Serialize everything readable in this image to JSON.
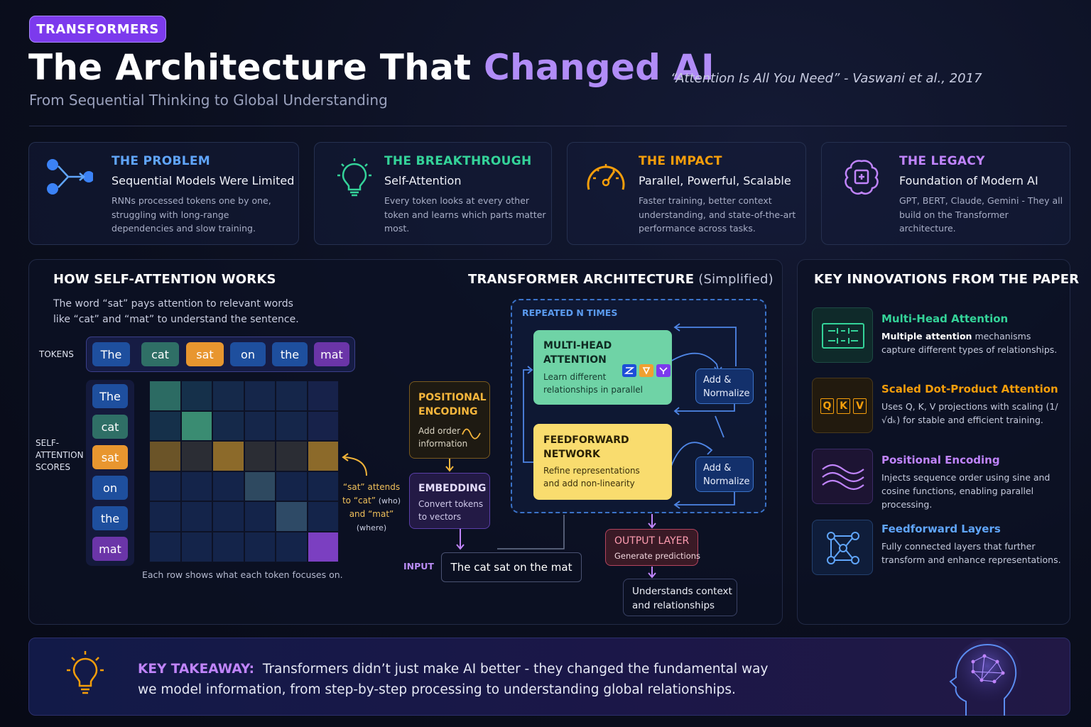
{
  "header": {
    "badge": "TRANSFORMERS",
    "title_main": "The Architecture That ",
    "title_accent": "Changed AI",
    "subtitle": "From Sequential Thinking to Global Understanding",
    "quote": "“Attention Is All You Need” - Vaswani et al., 2017"
  },
  "cards": [
    {
      "title": "THE PROBLEM",
      "subtitle": "Sequential Models Were Limited",
      "desc": "RNNs processed tokens one by one, struggling with long-range dependencies and slow training.",
      "color": "#60a5fa",
      "icon": "network-nodes-icon"
    },
    {
      "title": "THE BREAKTHROUGH",
      "subtitle": "Self-Attention",
      "desc": "Every token looks at every other token and learns which parts matter most.",
      "color": "#34d399",
      "icon": "lightbulb-icon"
    },
    {
      "title": "THE IMPACT",
      "subtitle": "Parallel, Powerful, Scalable",
      "desc": "Faster training, better context understanding, and state-of-the-art performance across tasks.",
      "color": "#f59e0b",
      "icon": "speedometer-icon"
    },
    {
      "title": "THE LEGACY",
      "subtitle": "Foundation of Modern AI",
      "desc": "GPT, BERT, Claude, Gemini - They all build on the Transformer architecture.",
      "color": "#c084fc",
      "icon": "brain-chip-icon"
    }
  ],
  "attention": {
    "title": "HOW SELF-ATTENTION WORKS",
    "desc_line1": "The word “sat” pays attention to relevant words",
    "desc_line2": "like “cat” and “mat” to understand the sentence.",
    "tokens_label": "TOKENS",
    "scores_label_1": "SELF-",
    "scores_label_2": "ATTENTION",
    "scores_label_3": "SCORES",
    "tokens": [
      "The",
      "cat",
      "sat",
      "on",
      "the",
      "mat"
    ],
    "token_colors": [
      "#1e4f9e",
      "#2f6f66",
      "#e8962f",
      "#1e4f9e",
      "#1e4f9e",
      "#6b35a8"
    ],
    "grid_colors": [
      [
        "#2c6b63",
        "#15304a",
        "#15294a",
        "#15264a",
        "#15264a",
        "#17224a"
      ],
      [
        "#15304a",
        "#3a8c72",
        "#15294a",
        "#15264a",
        "#15264a",
        "#17224a"
      ],
      [
        "#6b5428",
        "#2b2d34",
        "#8c6a2a",
        "#2b2d34",
        "#2b2d34",
        "#8c6a2a"
      ],
      [
        "#14244a",
        "#14244a",
        "#14244a",
        "#2e4960",
        "#14244a",
        "#14244a"
      ],
      [
        "#14244a",
        "#14244a",
        "#14244a",
        "#14244a",
        "#2e4a66",
        "#14244a"
      ],
      [
        "#14244a",
        "#14244a",
        "#14244a",
        "#14244a",
        "#14244a",
        "#7b3fc1"
      ]
    ],
    "note_line1": "“sat” attends",
    "note_line2_a": "to “cat” ",
    "note_line2_b": "(who)",
    "note_line3_a": "and “mat” ",
    "note_line3_b": "(where)",
    "caption": "Each row shows what each token focuses on."
  },
  "architecture": {
    "title": "TRANSFORMER ARCHITECTURE",
    "title_suffix": " (Simplified)",
    "repeated": "REPEATED N TIMES",
    "mha_title_1": "MULTI-HEAD",
    "mha_title_2": "ATTENTION",
    "mha_desc_1": "Learn different",
    "mha_desc_2": "relationships in parallel",
    "ffn_title_1": "FEEDFORWARD",
    "ffn_title_2": "NETWORK",
    "ffn_desc_1": "Refine representations",
    "ffn_desc_2": "and add non-linearity",
    "addnorm_1": "Add &",
    "addnorm_2": "Normalize",
    "pos_title_1": "POSITIONAL",
    "pos_title_2": "ENCODING",
    "pos_desc_1": "Add order",
    "pos_desc_2": "information",
    "emb_title": "EMBEDDING",
    "emb_desc_1": "Convert tokens",
    "emb_desc_2": "to vectors",
    "input_label": "INPUT",
    "input_text": "The cat sat on the mat",
    "output_title": "OUTPUT LAYER",
    "output_desc": "Generate predictions",
    "understands_1": "Understands context",
    "understands_2": "and relationships"
  },
  "innovations": {
    "title": "KEY INNOVATIONS FROM THE PAPER",
    "items": [
      {
        "title": "Multi-Head Attention",
        "desc_bold": "Multiple attention",
        "desc": " mechanisms capture different types of relationships.",
        "color": "#34d399",
        "icon": "multi-head-grid-icon"
      },
      {
        "title": "Scaled Dot-Product Attention",
        "desc": "Uses Q, K, V projections with scaling (1/√dₖ) for stable and efficient training.",
        "color": "#f59e0b",
        "icon": "qkv-icon",
        "letters": [
          "Q",
          "K",
          "V"
        ]
      },
      {
        "title": "Positional Encoding",
        "desc": "Injects sequence order using sine and cosine functions, enabling parallel processing.",
        "color": "#c084fc",
        "icon": "sine-waves-icon"
      },
      {
        "title": "Feedforward Layers",
        "desc": "Fully connected layers that further transform and enhance representations.",
        "color": "#60a5fa",
        "icon": "network-layers-icon"
      }
    ]
  },
  "takeaway": {
    "label": "KEY TAKEAWAY:",
    "text_line1": "Transformers didn’t just make AI better - they changed the fundamental way",
    "text_line2": "we model information, from step-by-step processing to understanding global relationships."
  }
}
